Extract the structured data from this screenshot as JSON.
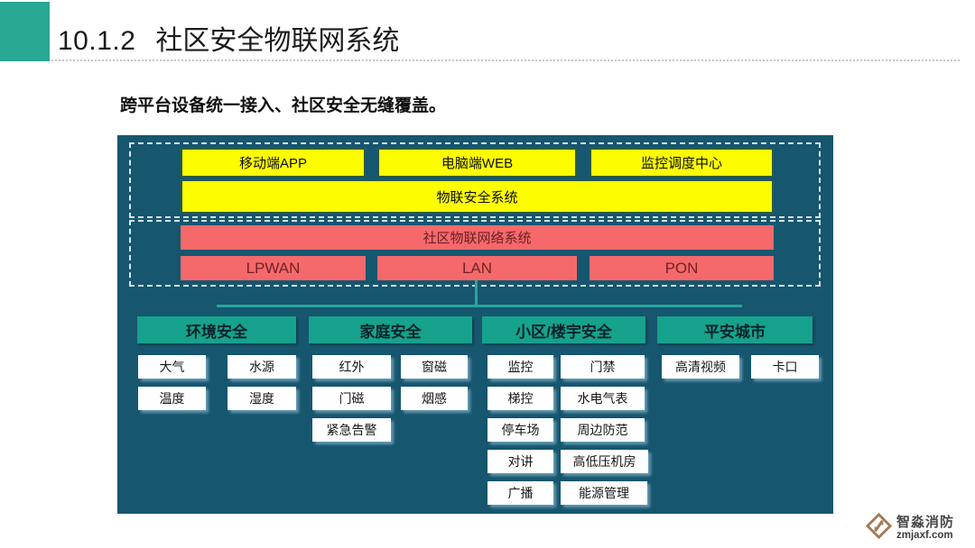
{
  "header": {
    "section_number": "10.1.2",
    "title": "社区安全物联网系统",
    "subtitle": "跨平台设备统一接入、社区安全无缝覆盖。"
  },
  "diagram": {
    "app_layer": {
      "apps": [
        "移动端APP",
        "电脑端WEB",
        "监控调度中心"
      ],
      "platform": "物联安全系统"
    },
    "network_layer": {
      "system": "社区物联网络系统",
      "networks": [
        "LPWAN",
        "LAN",
        "PON"
      ]
    },
    "device_groups": [
      {
        "label": "环境安全",
        "columns": [
          [
            "大气",
            "温度"
          ],
          [
            "水源",
            "湿度"
          ]
        ]
      },
      {
        "label": "家庭安全",
        "columns": [
          [
            "红外",
            "门磁",
            "紧急告警"
          ],
          [
            "窗磁",
            "烟感"
          ]
        ]
      },
      {
        "label": "小区/楼宇安全",
        "columns": [
          [
            "监控",
            "梯控",
            "停车场",
            "对讲",
            "广播"
          ],
          [
            "门禁",
            "水电气表",
            "周边防范",
            "高低压机房",
            "能源管理"
          ]
        ]
      },
      {
        "label": "平安城市",
        "columns": [
          [
            "高清视频"
          ],
          [
            "卡口"
          ]
        ]
      }
    ],
    "colors": {
      "accent_teal": "#29a893",
      "diagram_background": "#16566f",
      "app_layer_yellow": "#fdfd00",
      "network_layer_red": "#f5696b",
      "group_header_teal": "#16a28c"
    }
  },
  "logo": {
    "company": "智淼消防",
    "domain": "zmjaxf.com"
  }
}
